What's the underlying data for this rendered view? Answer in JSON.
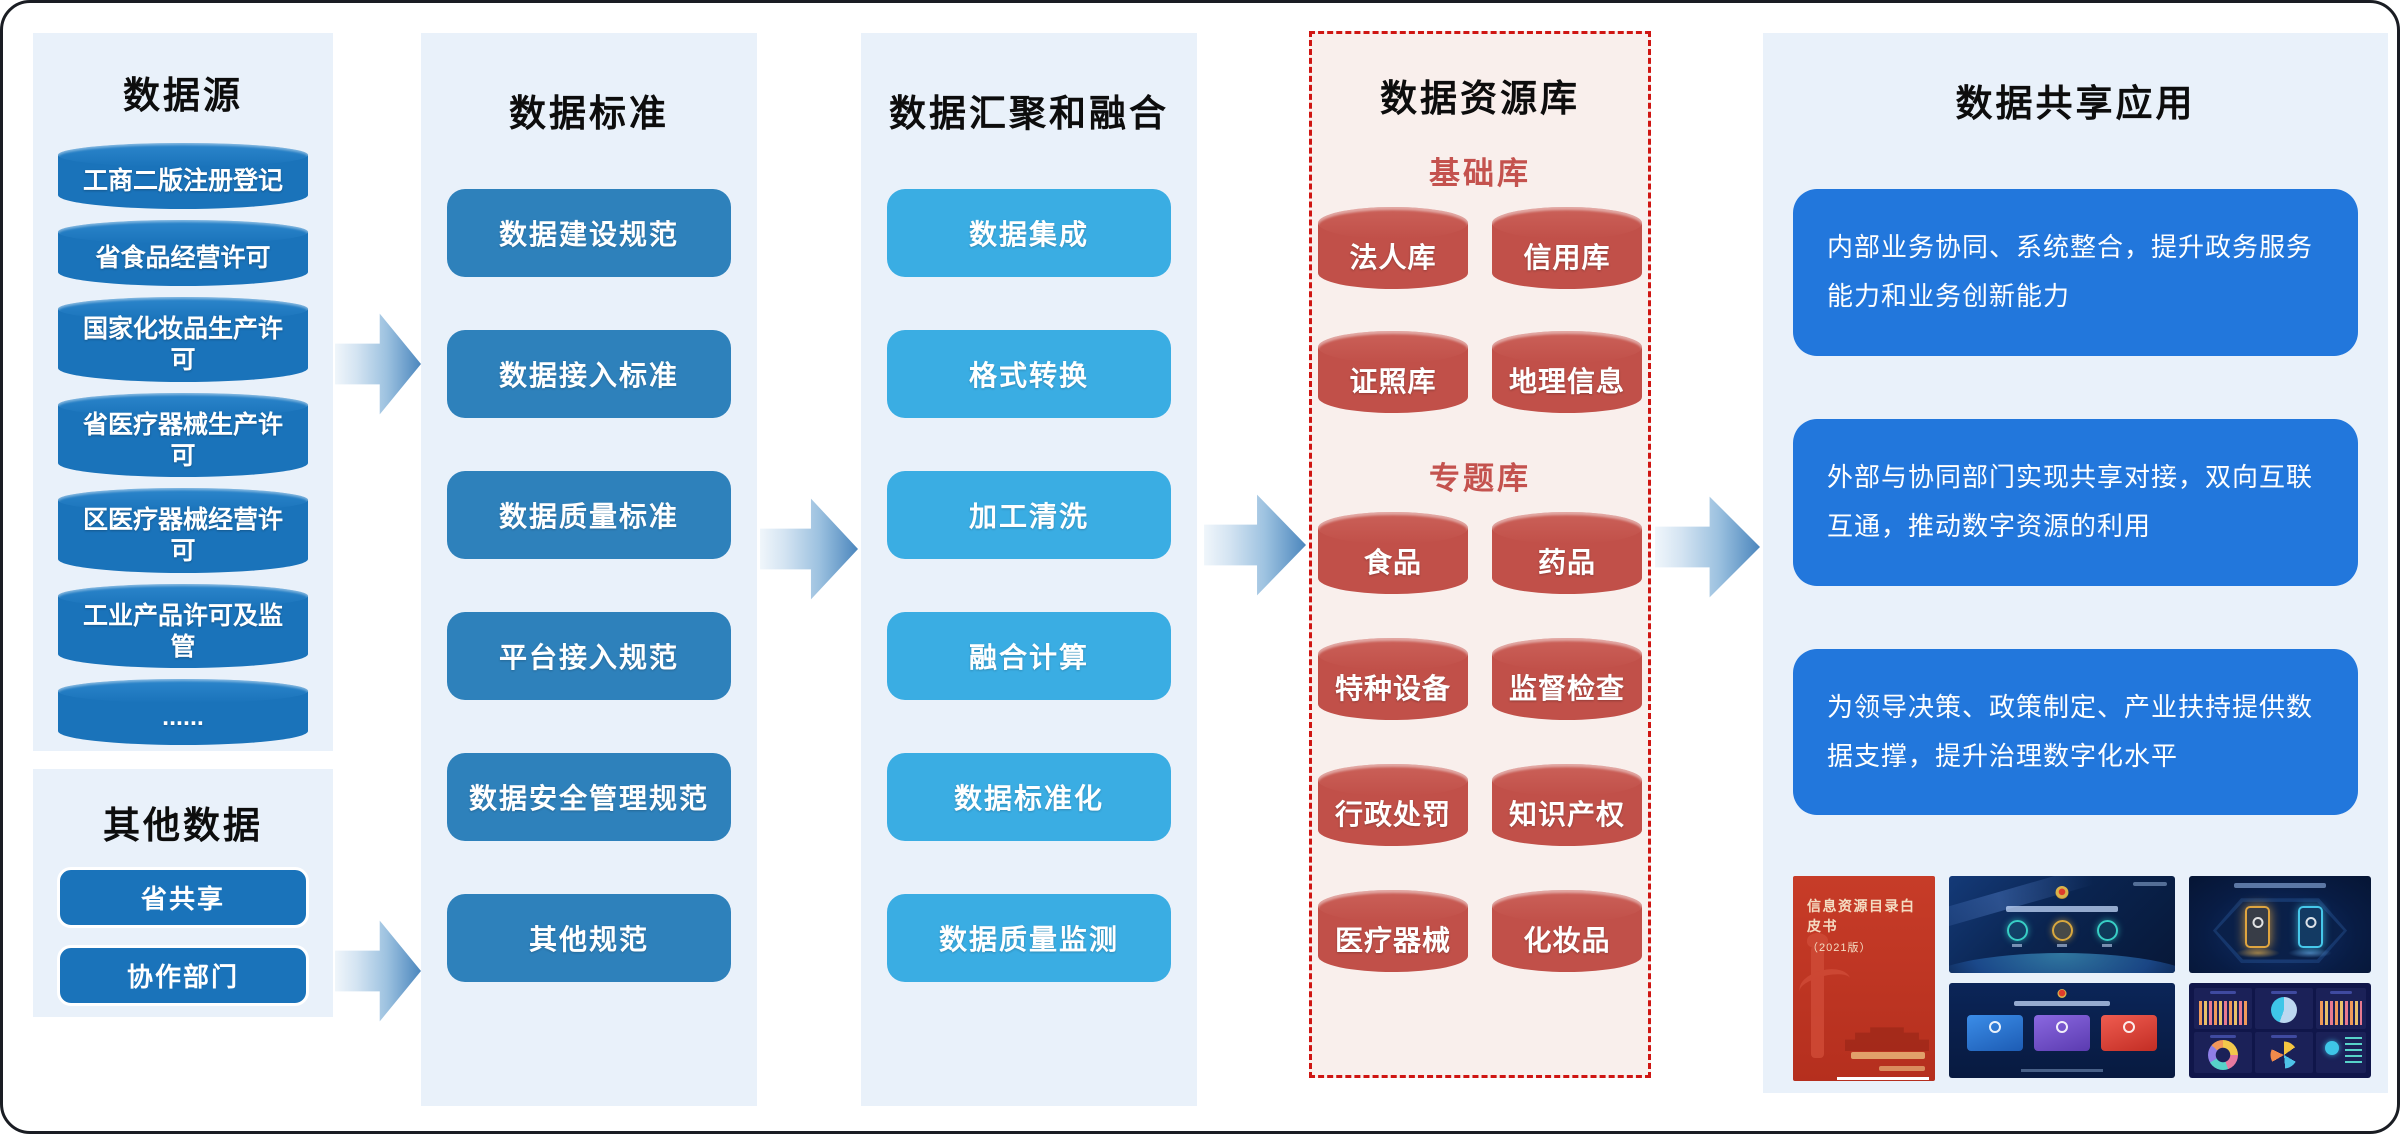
{
  "sources": {
    "title": "数据源",
    "items": [
      "工商二版注册登记",
      "省食品经营许可",
      "国家化妆品生产许可",
      "省医疗器械生产许可",
      "区医疗器械经营许可",
      "工业产品许可及监管",
      "......"
    ]
  },
  "other_data": {
    "title": "其他数据",
    "items": [
      "省共享",
      "协作部门"
    ]
  },
  "standards": {
    "title": "数据标准",
    "items": [
      "数据建设规范",
      "数据接入标准",
      "数据质量标准",
      "平台接入规范",
      "数据安全管理规范",
      "其他规范"
    ]
  },
  "aggregation": {
    "title": "数据汇聚和融合",
    "items": [
      "数据集成",
      "格式转换",
      "加工清洗",
      "融合计算",
      "数据标准化",
      "数据质量监测"
    ]
  },
  "repository": {
    "title": "数据资源库",
    "base_group": {
      "label": "基础库",
      "items": [
        "法人库",
        "信用库",
        "证照库",
        "地理信息"
      ]
    },
    "topic_group": {
      "label": "专题库",
      "items": [
        "食品",
        "药品",
        "特种设备",
        "监督检查",
        "行政处罚",
        "知识产权",
        "医疗器械",
        "化妆品"
      ]
    }
  },
  "applications": {
    "title": "数据共享应用",
    "items": [
      "内部业务协同、系统整合，提升政务服务能力和业务创新能力",
      "外部与协同部门实现共享对接，双向互联互通，推动数字资源的利用",
      "为领导决策、政策制定、产业扶持提供数据支撑，提升治理数字化水平"
    ],
    "whitepaper": {
      "title": "信息资源目录白皮书",
      "edition": "（2021版）"
    }
  },
  "icons": {
    "flow_arrow": "block-arrow-right",
    "source_shape": "database-cylinder",
    "repository_shape": "database-cylinder"
  },
  "colors": {
    "source_blue": "#1a73ba",
    "standard_blue": "#2e81bb",
    "aggregation_blue": "#3aade3",
    "application_blue": "#2277dc",
    "repository_red": "#c15049",
    "repository_label_red": "#c4524e",
    "repository_border_red": "#cf1512",
    "repository_bg_pink": "#f9efec",
    "panel_light_blue": "#e9f1fa",
    "book_cover_red": "#c73c28"
  }
}
